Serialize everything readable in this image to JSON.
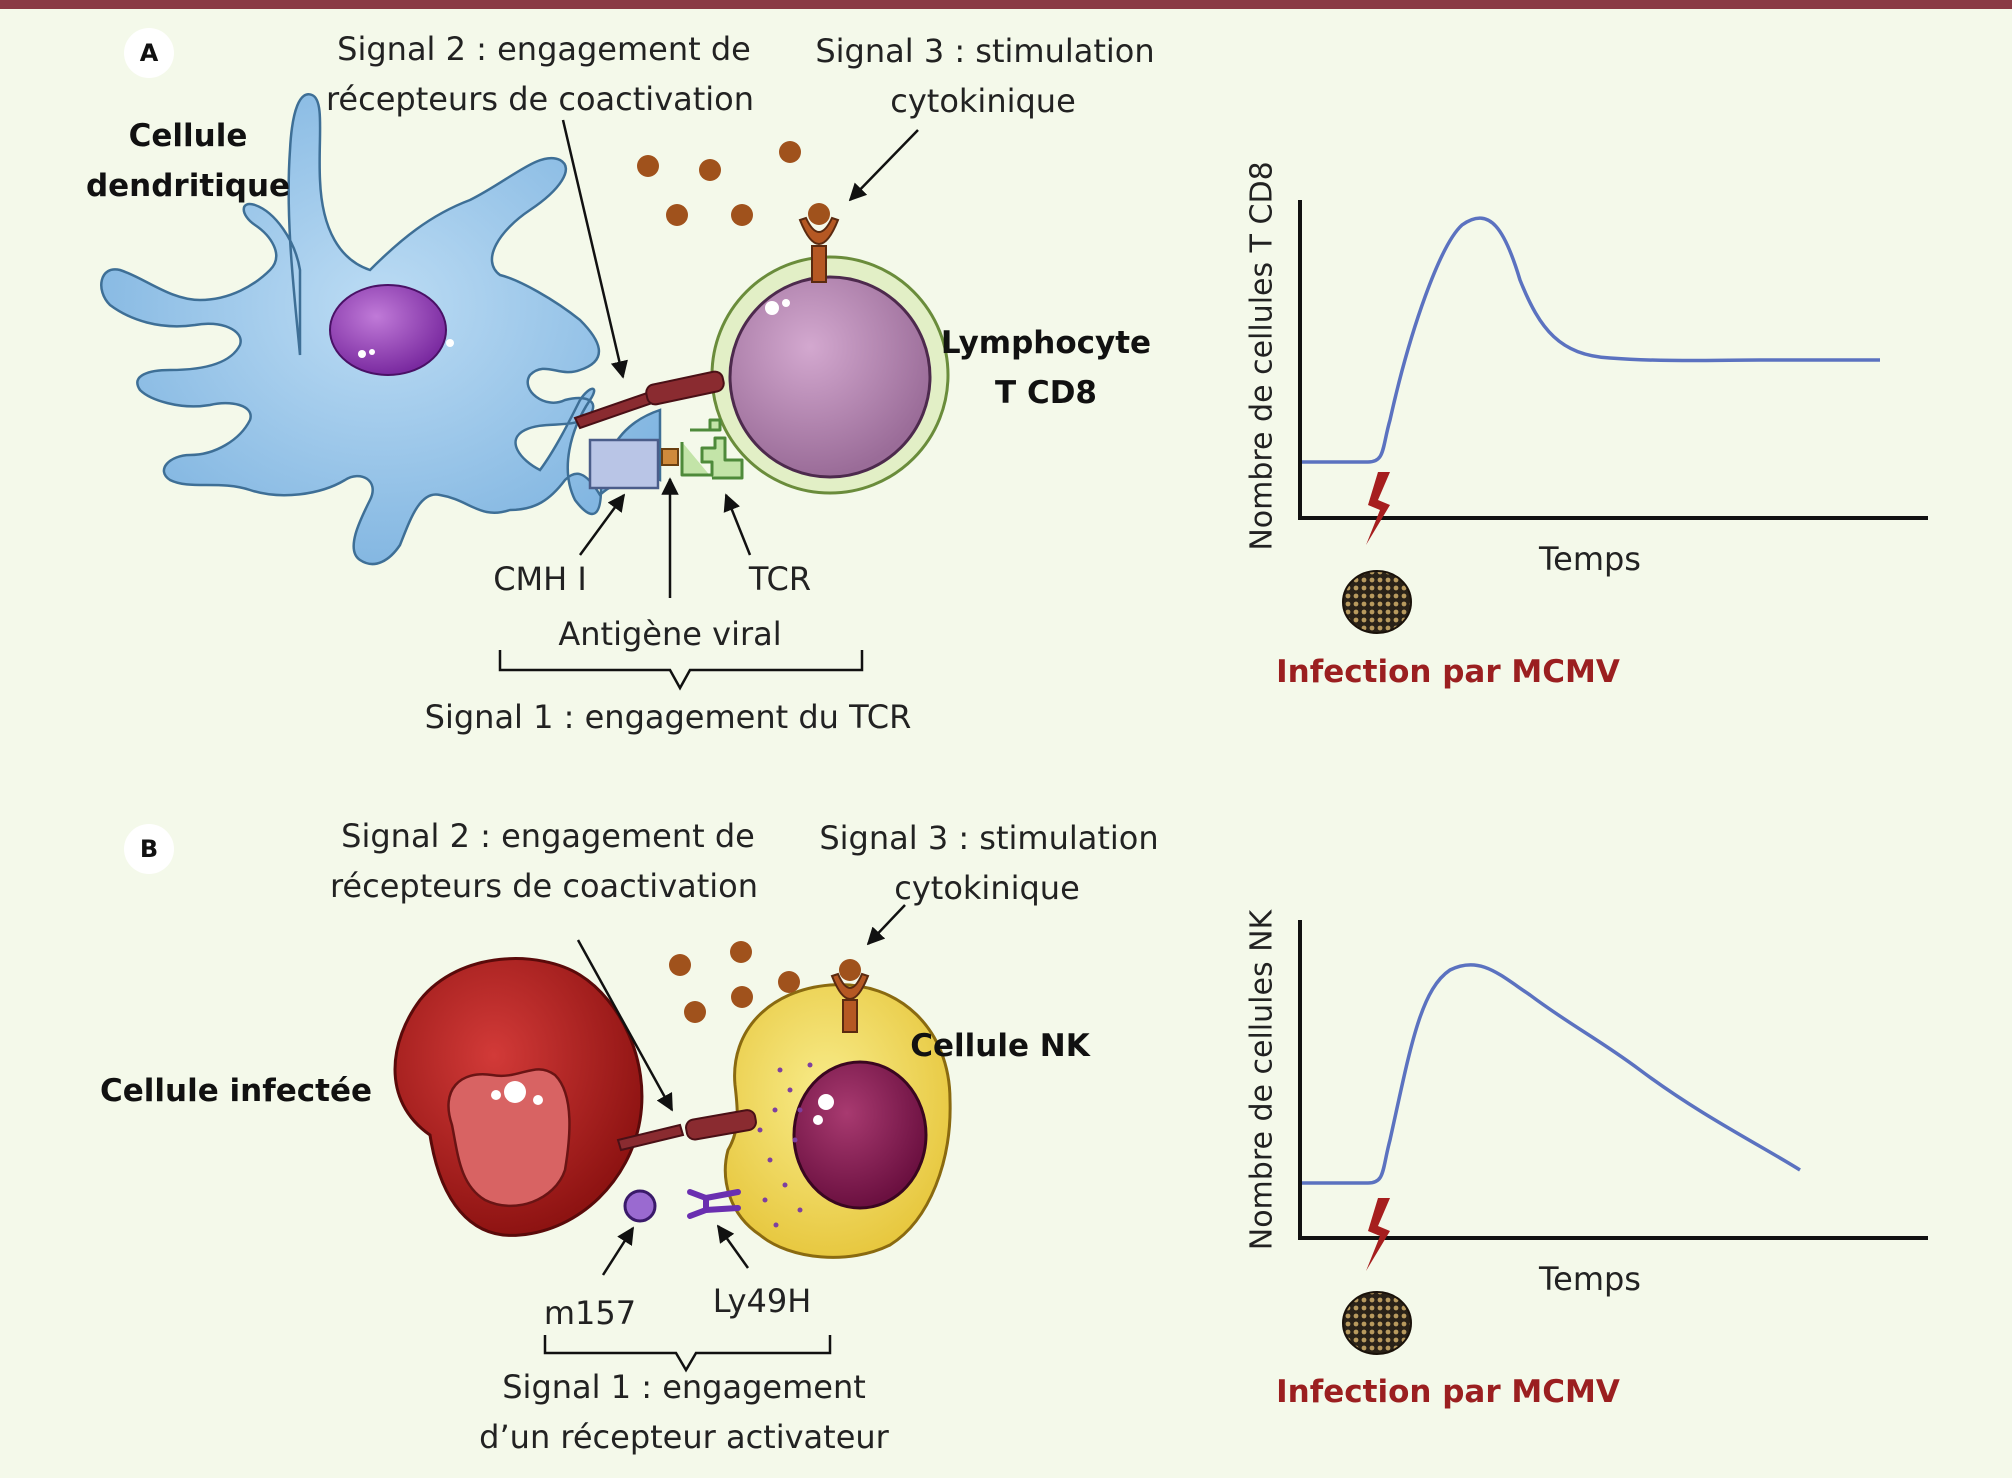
{
  "panels": {
    "a": {
      "letter": "A",
      "dendritic_cell": [
        "Cellule",
        "dendritique"
      ],
      "signal2": [
        "Signal 2 : engagement de",
        "récepteurs de coactivation"
      ],
      "signal3": [
        "Signal 3 : stimulation",
        "cytokinique"
      ],
      "lymphocyte": [
        "Lymphocyte",
        "T CD8"
      ],
      "cmh": "CMH I",
      "tcr": "TCR",
      "antigen": "Antigène viral",
      "signal1": "Signal 1 : engagement du TCR"
    },
    "b": {
      "letter": "B",
      "infected_cell": "Cellule infectée",
      "signal2": [
        "Signal 2 : engagement de",
        "récepteurs de coactivation"
      ],
      "signal3": [
        "Signal 3 : stimulation",
        "cytokinique"
      ],
      "nk_cell": "Cellule NK",
      "m157": "m157",
      "ly49h": "Ly49H",
      "signal1": [
        "Signal 1 : engagement",
        "d’un récepteur activateur"
      ]
    }
  },
  "charts": {
    "a": {
      "ylabel": "Nombre de cellules T CD8",
      "xlabel": "Temps",
      "infection": "Infection par MCMV",
      "curve": "baseline, sharp peak, then plateau"
    },
    "b": {
      "ylabel": "Nombre de cellules NK",
      "xlabel": "Temps",
      "infection": "Infection par MCMV",
      "curve": "baseline, peak, then gradual decline"
    }
  },
  "colors": {
    "background": "#f4f9ea",
    "top_bar": "#8a3a45",
    "curve": "#5b72c0",
    "infection_text": "#9b1f20",
    "lightning": "#a61e1e",
    "cytokine": "#a0521c"
  }
}
